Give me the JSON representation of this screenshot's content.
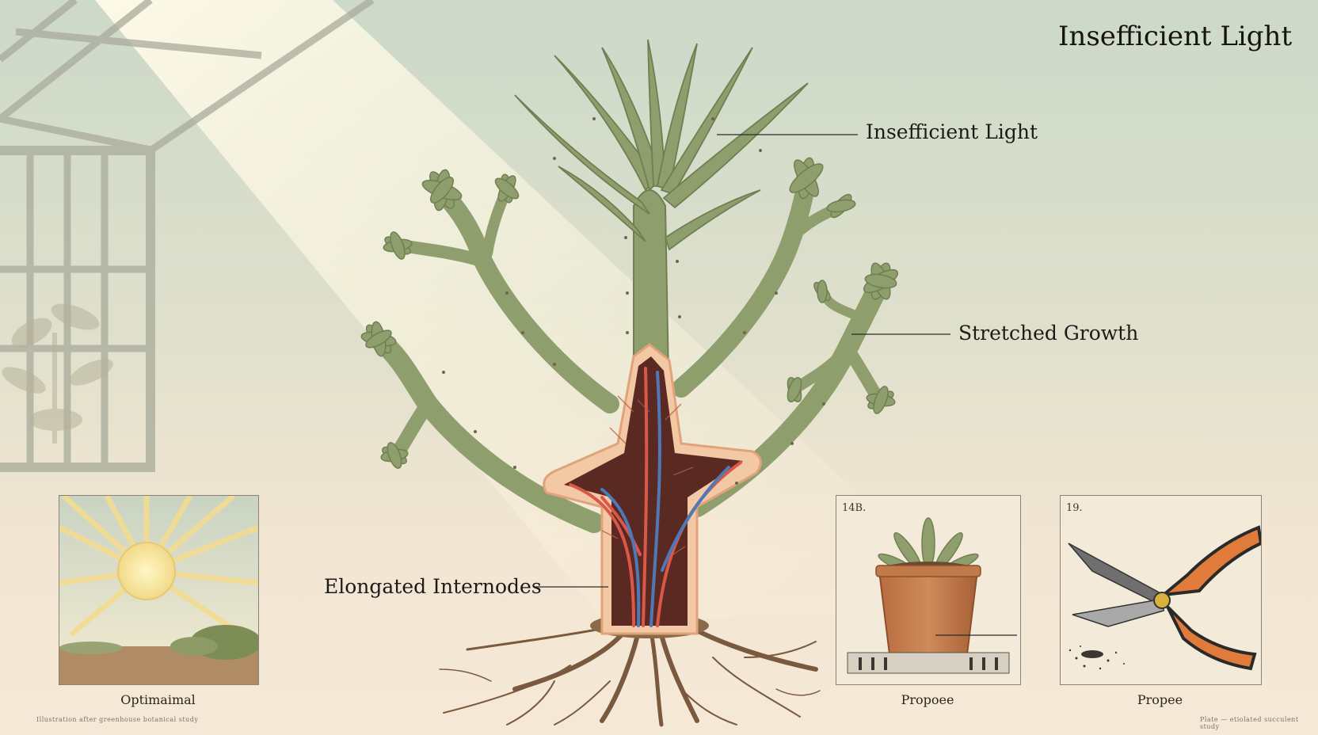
{
  "title": "Insefficient Light",
  "labels": {
    "light": "Insefficient Light",
    "stretched": "Stretched Growth",
    "internodes": "Elongated Internodes"
  },
  "panels": {
    "optimal": {
      "number": "",
      "caption": "Optimaimal",
      "icon": "sun-landscape-illustration"
    },
    "pot": {
      "number": "14B.",
      "caption": "Propoee",
      "icon": "potted-plant-drainage-illustration"
    },
    "prune": {
      "number": "19.",
      "caption": "Propee",
      "icon": "pruning-shears-illustration"
    }
  },
  "fineprint": {
    "left": "Illustration after greenhouse botanical study",
    "right": "Plate — etiolated succulent study"
  },
  "colors": {
    "stem": "#8e9e6d",
    "stem_dark": "#6f7f52",
    "vein_red": "#d9584a",
    "vein_blue": "#4f78b8",
    "cut_flesh": "#5a2a22",
    "root": "#7a5a3e",
    "leader": "#2a2a2a"
  }
}
